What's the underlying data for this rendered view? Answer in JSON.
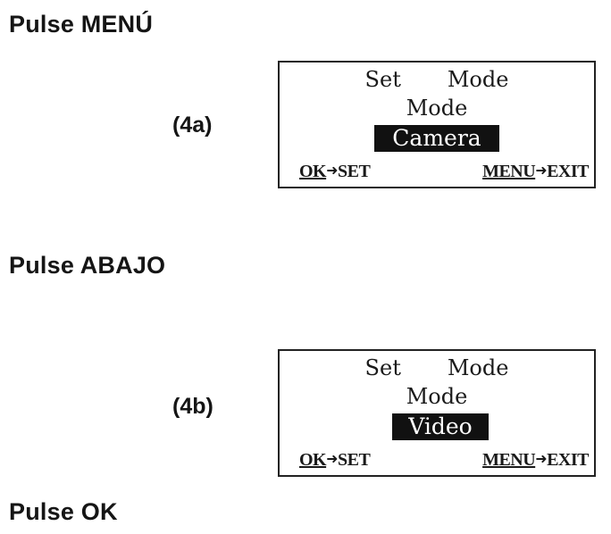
{
  "instructions": {
    "step1": "Pulse MENÚ",
    "step2": "Pulse ABAJO",
    "step3": "Pulse OK"
  },
  "screens": [
    {
      "label": "(4a)",
      "title_word1": "Set",
      "title_word2": "Mode",
      "subtitle": "Mode",
      "selected_option": "Camera",
      "footer_left_key": "OK",
      "footer_left_action": "SET",
      "footer_right_key": "MENU",
      "footer_right_action": "EXIT"
    },
    {
      "label": "(4b)",
      "title_word1": "Set",
      "title_word2": "Mode",
      "subtitle": "Mode",
      "selected_option": "Video",
      "footer_left_key": "OK",
      "footer_left_action": "SET",
      "footer_right_key": "MENU",
      "footer_right_action": "EXIT"
    }
  ],
  "icons": {
    "arrow": "right-arrow-icon"
  },
  "colors": {
    "text": "#151515",
    "highlight_bg": "#111111",
    "highlight_fg": "#ffffff"
  }
}
